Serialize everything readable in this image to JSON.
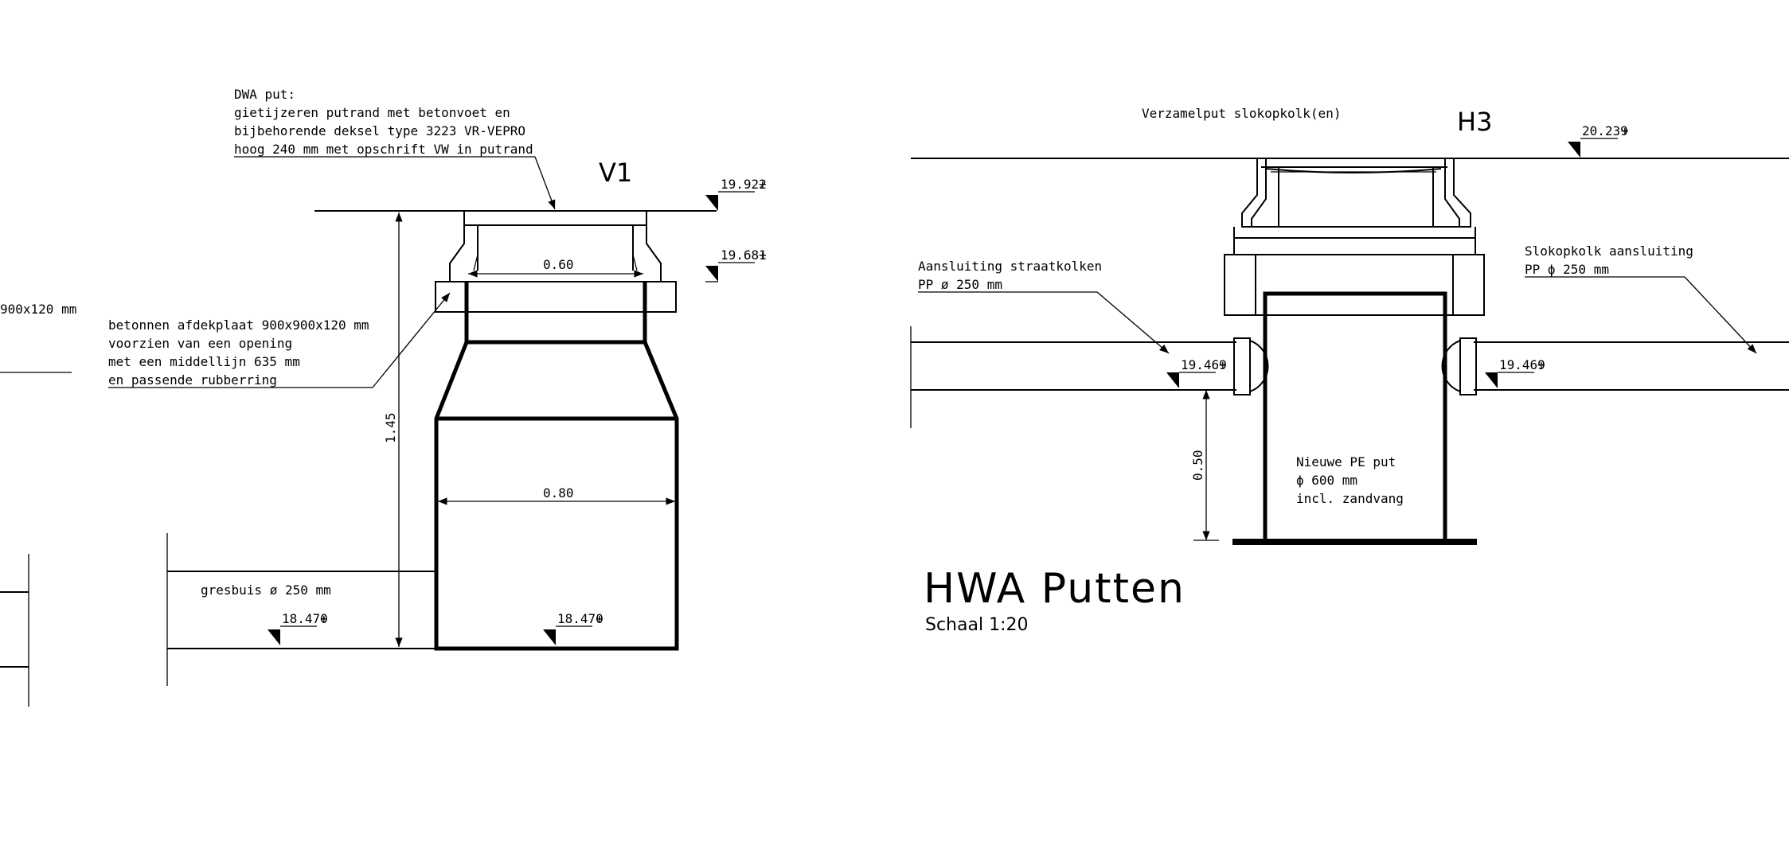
{
  "left_cut": {
    "label": "900x120 mm"
  },
  "v1": {
    "title": "V1",
    "dwa_note": [
      "DWA put:",
      "gietijzeren putrand met betonvoet en",
      "bijbehorende deksel type 3223 VR-VEPRO",
      "hoog 240 mm met opschrift VW in putrand"
    ],
    "plate_note": [
      "betonnen afdekplaat 900x900x120 mm",
      "voorzien van een opening",
      "met een middellijn 635 mm",
      "en passende rubberring"
    ],
    "level_top": "19.922",
    "level_plate": "19.681",
    "dim_inner": "0.60",
    "dim_outer": "0.80",
    "dim_height": "1.45",
    "pipe_label": "gresbuis ø 250 mm",
    "level_pipe": "18.470",
    "level_bottom": "18.470",
    "plus": "+"
  },
  "h3": {
    "title": "H3",
    "collect_label": "Verzamelput slokopkolk(en)",
    "level_top": "20.239",
    "left_conn": [
      "Aansluiting straatkolken",
      "PP ø 250 mm"
    ],
    "right_conn": [
      "Slokopkolk aansluiting",
      "PP ϕ 250 mm"
    ],
    "level_left": "19.469",
    "level_right": "19.469",
    "dim_depth": "0.50",
    "pe_note": [
      "Nieuwe PE put",
      "ϕ 600 mm",
      "incl. zandvang"
    ],
    "plus": "+"
  },
  "footer": {
    "title": "HWA Putten",
    "scale": "Schaal 1:20"
  }
}
